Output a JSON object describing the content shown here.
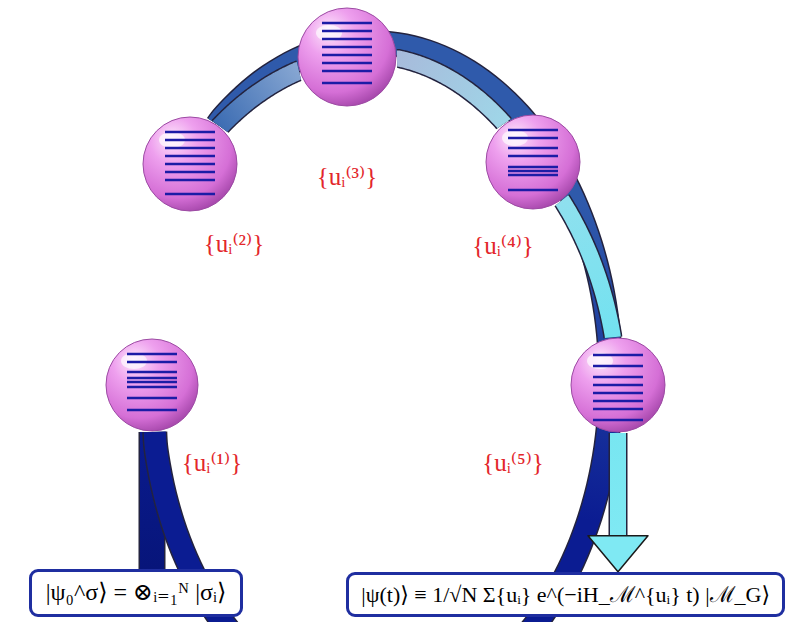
{
  "diagram": {
    "nodes": [
      {
        "text": [
          "|ψ₀^σ⟩ = ⊗ᵢ₌₁ᴺ |σᵢ⟩"
        ]
      },
      {
        "text": [
          "{uᵢ⁽¹⁾}"
        ]
      },
      {
        "text": [
          "{uᵢ⁽²⁾}"
        ]
      },
      {
        "text": [
          "{uᵢ⁽³⁾}"
        ]
      },
      {
        "text": [
          "{uᵢ⁽⁴⁾}"
        ]
      },
      {
        "text": [
          "{uᵢ⁽⁵⁾}"
        ]
      },
      {
        "text": [
          "|ψ(t)⟩ ≡ 1/√N Σ{uᵢ} e^(−iH_ℳ^{uᵢ} t) |ℳ_G⟩"
        ]
      }
    ],
    "edges": [
      {
        "from": 0,
        "to": 1,
        "arrow": "none"
      },
      {
        "from": 1,
        "to": 2,
        "arrow": "none"
      },
      {
        "from": 2,
        "to": 3,
        "arrow": "none"
      },
      {
        "from": 3,
        "to": 4,
        "arrow": "none"
      },
      {
        "from": 4,
        "to": 5,
        "arrow": "none"
      },
      {
        "from": 5,
        "to": 6,
        "arrow": "to"
      }
    ]
  }
}
